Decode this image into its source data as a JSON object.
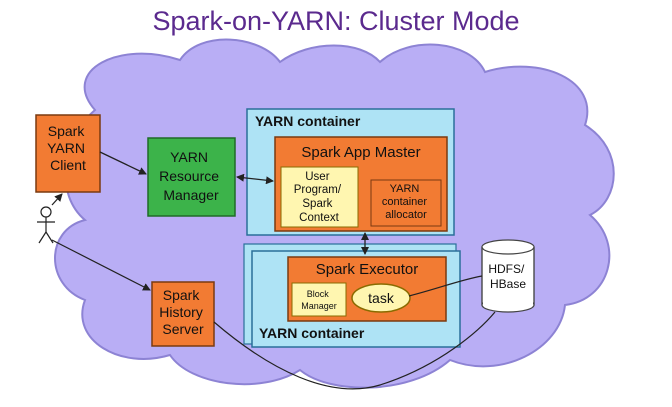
{
  "title": "Spark-on-YARN: Cluster Mode",
  "nodes": {
    "client": [
      "Spark",
      "YARN",
      "Client"
    ],
    "resource_manager": [
      "YARN",
      "Resource",
      "Manager"
    ],
    "container_top_label": "YARN container",
    "app_master": "Spark App Master",
    "user_program": [
      "User",
      "Program/",
      "Spark",
      "Context"
    ],
    "container_allocator": [
      "YARN",
      "container",
      "allocator"
    ],
    "executor": "Spark Executor",
    "block_manager": [
      "Block",
      "Manager"
    ],
    "task": "task",
    "container_bottom_label": "YARN container",
    "history_server": [
      "Spark",
      "History",
      "Server"
    ],
    "hdfs": [
      "HDFS/",
      "HBase"
    ]
  },
  "colors": {
    "title": "#5b2a8e",
    "cloud": "#b9aef5",
    "cloud_stroke": "#8d83d4",
    "orange": "#f27b33",
    "green": "#3cb34a",
    "container_bg": "#aee3f5",
    "pale_yellow": "#fff6b0"
  }
}
